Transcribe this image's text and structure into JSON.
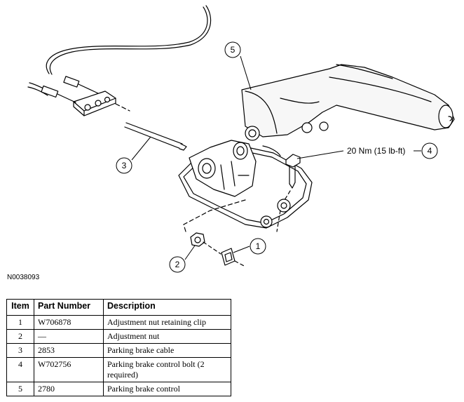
{
  "figure": {
    "id": "N0038093",
    "torque_spec": "20 Nm (15 lb-ft)",
    "callouts": [
      "1",
      "2",
      "3",
      "4",
      "5"
    ]
  },
  "table": {
    "headers": [
      "Item",
      "Part Number",
      "Description"
    ],
    "rows": [
      {
        "item": "1",
        "part_number": "W706878",
        "description": "Adjustment nut retaining clip"
      },
      {
        "item": "2",
        "part_number": "—",
        "description": "Adjustment nut"
      },
      {
        "item": "3",
        "part_number": "2853",
        "description": "Parking brake cable"
      },
      {
        "item": "4",
        "part_number": "W702756",
        "description": "Parking brake control bolt (2 required)"
      },
      {
        "item": "5",
        "part_number": "2780",
        "description": "Parking brake control"
      }
    ]
  }
}
